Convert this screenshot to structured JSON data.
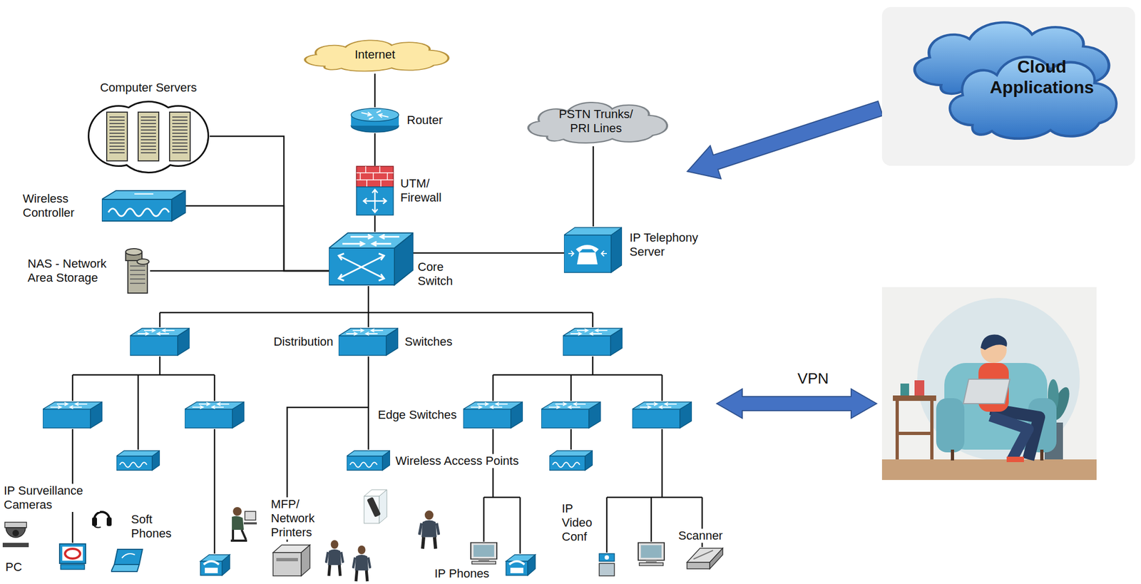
{
  "diagram": {
    "nodes": [
      {
        "text": [
          "Internet"
        ]
      },
      {
        "text": [
          "Computer Servers"
        ]
      },
      {
        "text": [
          "Router"
        ]
      },
      {
        "text": [
          "PSTN Trunks/ PRI Lines"
        ]
      },
      {
        "text": [
          "Cloud Applications"
        ]
      },
      {
        "text": [
          "Wireless Controller"
        ]
      },
      {
        "text": [
          "UTM/ Firewall"
        ]
      },
      {
        "text": [
          "IP Telephony Server"
        ]
      },
      {
        "text": [
          "NAS - Network Area Storage"
        ]
      },
      {
        "text": [
          "Core Switch"
        ]
      },
      {
        "text": [
          "Distribution",
          "Switches"
        ]
      },
      {
        "text": [
          "Edge Switches"
        ]
      }
    ],
    "edges": [
      {
        "from": 0,
        "to": 2,
        "arrow": "none"
      },
      {
        "from": 2,
        "to": 6,
        "arrow": "none"
      },
      {
        "from": 6,
        "to": 9,
        "arrow": "none"
      },
      {
        "from": 9,
        "to": 7,
        "arrow": "none"
      },
      {
        "from": 7,
        "to": 3,
        "arrow": "none"
      },
      {
        "from": 1,
        "to": 9,
        "arrow": "none"
      },
      {
        "from": 5,
        "to": 9,
        "arrow": "none"
      },
      {
        "from": 8,
        "to": 9,
        "arrow": "none"
      },
      {
        "from": 9,
        "to": 10,
        "arrow": "none"
      }
    ],
    "labels": [
      "IP Surveillance Cameras",
      "Soft Phones",
      "PC",
      "MFP/ Network Printers",
      "Wireless Access Points",
      "IP Phones",
      "IP Video Conf",
      "Scanner",
      "VPN"
    ]
  }
}
